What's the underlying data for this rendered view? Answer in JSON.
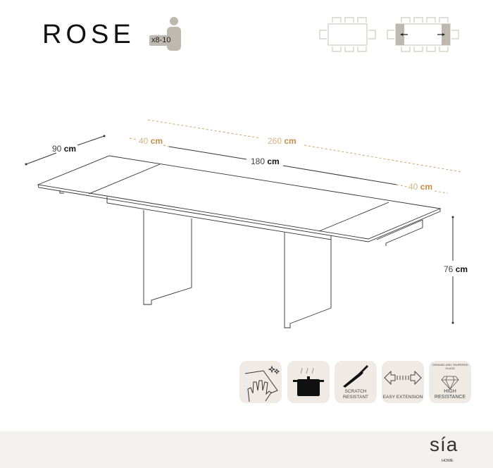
{
  "product": {
    "name": "ROSE",
    "seats": "x8-10"
  },
  "dimensions": {
    "depth": {
      "value": "90",
      "unit": "cm"
    },
    "extended_length": {
      "value": "260",
      "unit": "cm"
    },
    "extension_left": {
      "value": "40",
      "unit": "cm"
    },
    "base_length": {
      "value": "180",
      "unit": "cm"
    },
    "extension_right": {
      "value": "40",
      "unit": "cm"
    },
    "height": {
      "value": "76",
      "unit": "cm"
    }
  },
  "features": [
    {
      "icon": "easy-clean-icon",
      "label": ""
    },
    {
      "icon": "heat-resistant-pot-icon",
      "label": ""
    },
    {
      "icon": "knife-icon",
      "label": "SCRATCH RESISTANT"
    },
    {
      "icon": "extension-arrows-icon",
      "label": "EASY EXTENSION"
    },
    {
      "icon": "diamond-icon",
      "sublabel": "CERAMIC AND TEMPERED GLASS",
      "label": "HIGH RESISTANCE"
    }
  ],
  "brand": {
    "logo": "sía",
    "sub": "HOME"
  },
  "colors": {
    "accent": "#c48d45",
    "icon_bg": "#efebe4",
    "footer": "#f3f1ee"
  }
}
